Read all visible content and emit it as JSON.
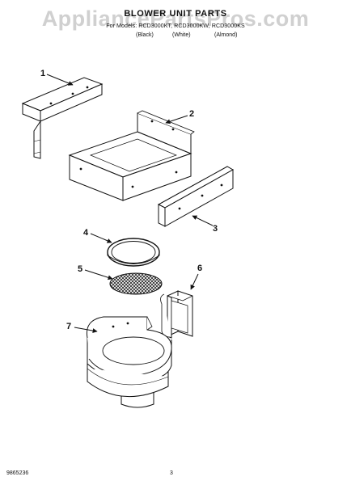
{
  "watermark": "AppliancePartsPros.com",
  "header": {
    "title": "BLOWER UNIT PARTS",
    "parts_for": "For Models: RCD3000KT, RCD3000KW, RCD3000KS",
    "finishes": [
      "(Black)",
      "(White)",
      "(Almond)"
    ]
  },
  "callouts": [
    "1",
    "2",
    "3",
    "4",
    "5",
    "6",
    "7"
  ],
  "footer": {
    "doc_number": "9865236",
    "page_number": "3"
  }
}
